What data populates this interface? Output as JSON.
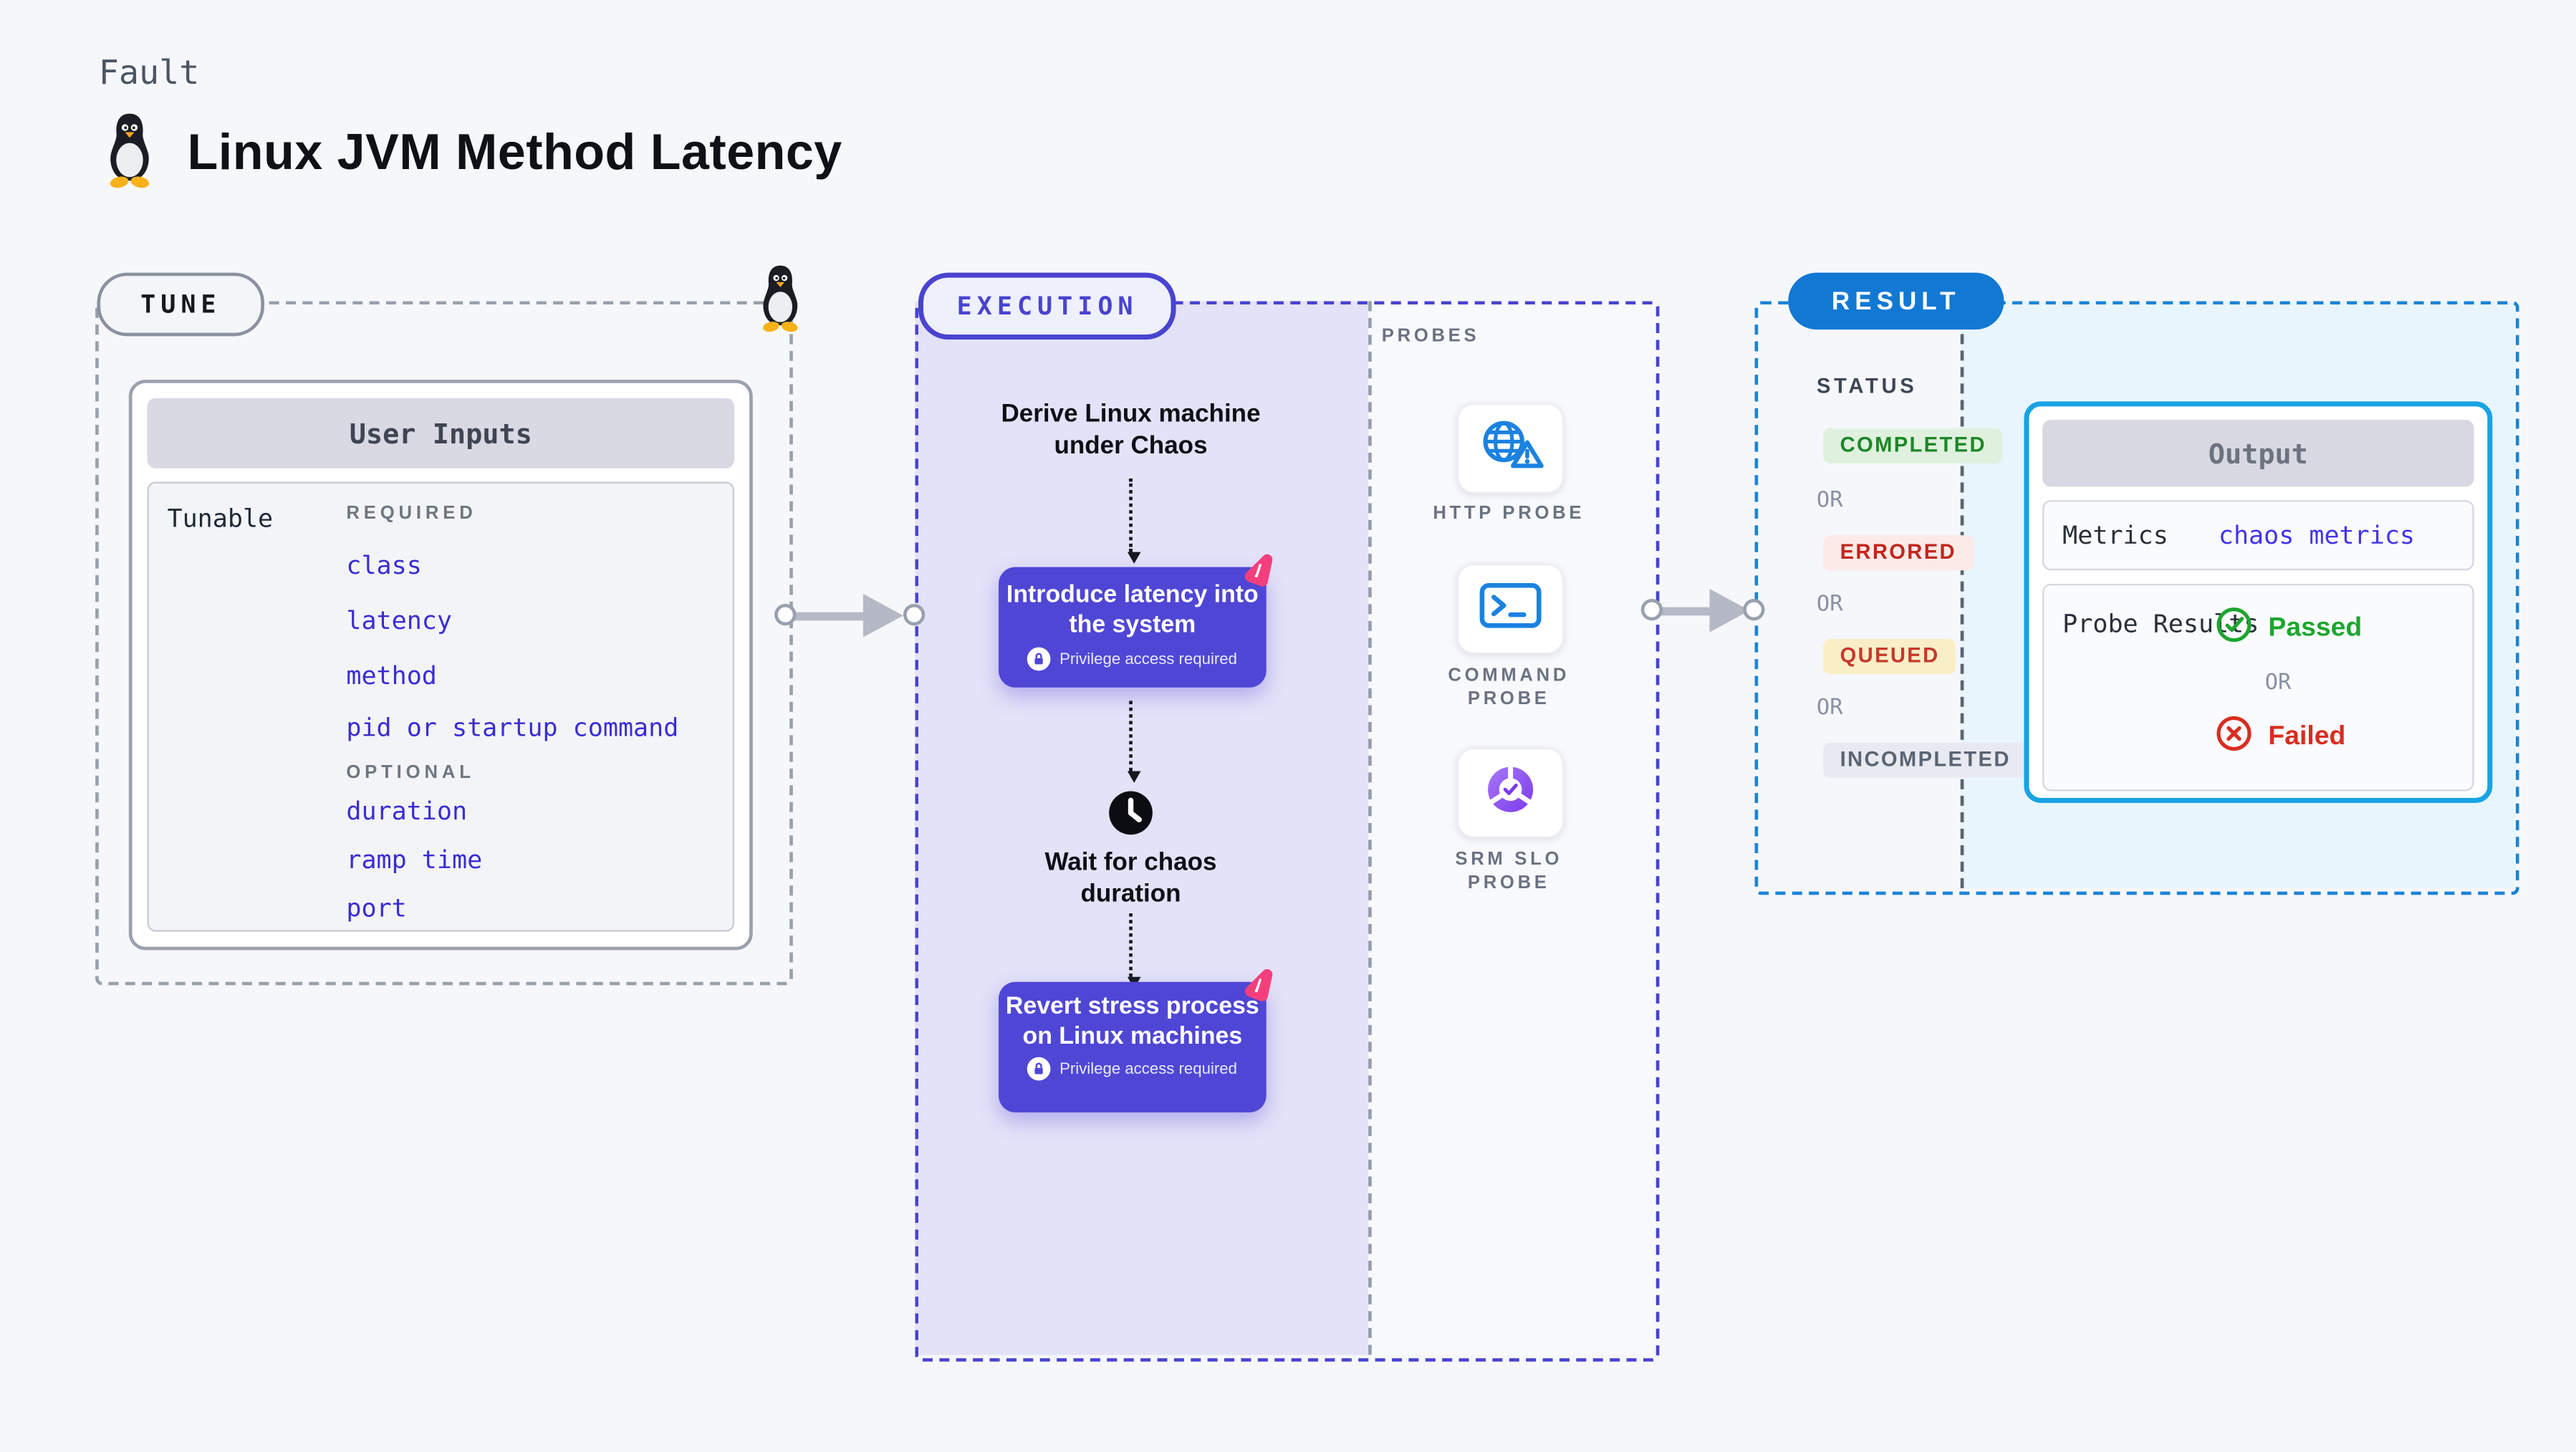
{
  "page": {
    "kicker": "Fault",
    "title": "Linux JVM Method Latency"
  },
  "tune": {
    "label": "TUNE",
    "card_title": "User Inputs",
    "row_label": "Tunable",
    "required_label": "REQUIRED",
    "optional_label": "OPTIONAL",
    "required_items": [
      "class",
      "latency",
      "method",
      "pid or startup command"
    ],
    "optional_items": [
      "duration",
      "ramp time",
      "port"
    ]
  },
  "execution": {
    "label": "EXECUTION",
    "derive_text": "Derive Linux machine under Chaos",
    "node1": {
      "title": "Introduce latency into the system",
      "badge": "Privilege access required"
    },
    "wait_text": "Wait for chaos duration",
    "node2": {
      "title": "Revert stress process on Linux machines",
      "badge": "Privilege access required"
    }
  },
  "probes": {
    "label": "PROBES",
    "items": [
      {
        "name": "HTTP PROBE",
        "icon": "globe-alert-icon"
      },
      {
        "name": "COMMAND PROBE",
        "icon": "terminal-icon"
      },
      {
        "name": "SRM SLO PROBE",
        "icon": "slo-donut-icon"
      }
    ]
  },
  "result": {
    "label": "RESULT",
    "status_label": "STATUS",
    "or_label": "OR",
    "statuses": [
      "COMPLETED",
      "ERRORED",
      "QUEUED",
      "INCOMPLETED"
    ],
    "status_colors": {
      "completed": {
        "fg": "#1c8727",
        "bg": "#dff1de"
      },
      "errored": {
        "fg": "#c1271c",
        "bg": "#fceae8"
      },
      "queued": {
        "fg": "#c6392b",
        "bg": "#faeec6"
      },
      "incompleted": {
        "fg": "#5b6472",
        "bg": "#e9eaf1"
      }
    },
    "output": {
      "title": "Output",
      "metrics_label": "Metrics",
      "metrics_value": "chaos metrics",
      "probe_results_label": "Probe Results",
      "passed_label": "Passed",
      "failed_label": "Failed"
    }
  },
  "colors": {
    "accent_indigo": "#4f46d6",
    "exec_dash": "#4a43cf",
    "result_blue": "#1178d4",
    "output_border_cyan": "#17a3e3",
    "link_indigo": "#3a2dd2",
    "litmus_pink": "#f43f7c",
    "probe_icon_blue": "#1b82e0",
    "slo_purple": "#7c3aed",
    "passed_green": "#1ca62e",
    "failed_red": "#d92d20",
    "exec_bg": "#e4e2f8",
    "result_bg": "#e8f5fc"
  }
}
